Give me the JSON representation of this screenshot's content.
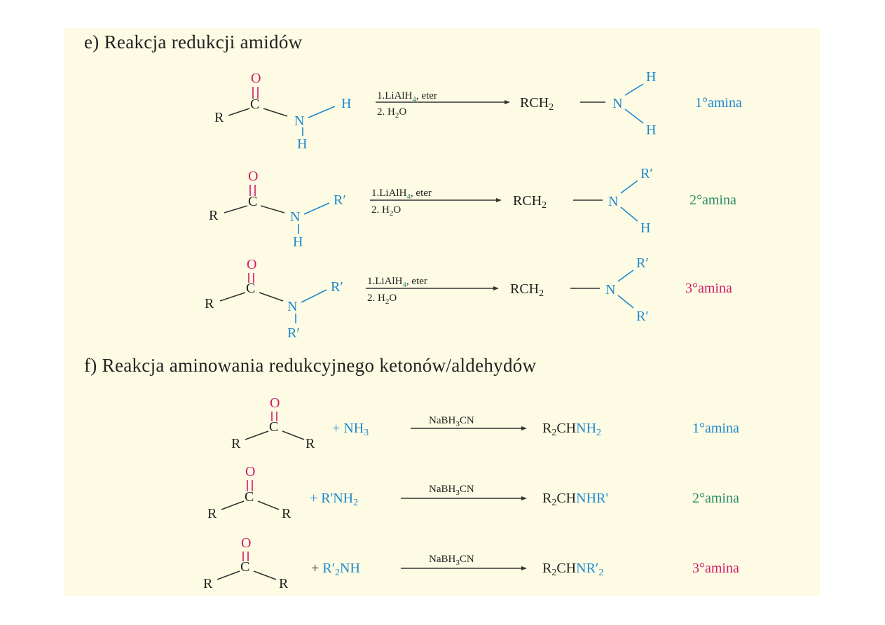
{
  "section_e": {
    "title": "e) Reakcja redukcji amidów",
    "reactions": [
      {
        "reagent1": "1.LiAlH",
        "reagent1_sub": "4",
        "reagent1_tail": ", eter",
        "reagent2": "2. H",
        "reagent2_sub": "2",
        "reagent2_tail": "O",
        "label": "1°amina"
      },
      {
        "reagent1": "1.LiAlH",
        "reagent1_sub": "4",
        "reagent1_tail": ", eter",
        "reagent2": "2. H",
        "reagent2_sub": "2",
        "reagent2_tail": "O",
        "label": "2°amina"
      },
      {
        "reagent1": "1.LiAlH",
        "reagent1_sub": "4",
        "reagent1_tail": ", eter",
        "reagent2": "2. H",
        "reagent2_sub": "2",
        "reagent2_tail": "O",
        "label": "3°amina"
      }
    ]
  },
  "section_f": {
    "title": "f) Reakcja aminowania redukcyjnego ketonów/aldehydów",
    "reactions": [
      {
        "reactant": "+ NH",
        "reactant_sub": "3",
        "reagent": "NaBH",
        "reagent_sub": "3",
        "reagent_tail": "CN",
        "label": "1°amina"
      },
      {
        "reactant": "+ R'NH",
        "reactant_sub": "2",
        "reagent": "NaBH",
        "reagent_sub": "3",
        "reagent_tail": "CN",
        "label": "2°amina"
      },
      {
        "reactant": "+ R'",
        "reactant_sub": "2",
        "reactant_tail": "NH",
        "reagent": "NaBH",
        "reagent_sub": "3",
        "reagent_tail": "CN",
        "label": "3°amina"
      }
    ]
  },
  "atoms": {
    "O": "O",
    "C": "C",
    "R": "R",
    "N": "N",
    "H": "H",
    "Rp": "R′",
    "RCH": "RCH",
    "two": "2",
    "R2CH": "R",
    "CH": "CH",
    "NH2": "NH",
    "NHR": "NHR'",
    "NR": "NR′",
    "sub2": "2"
  },
  "colors": {
    "slide_bg": "#fdfbe3",
    "blue": "#1e88d0",
    "green": "#2a8a6a",
    "magenta": "#d01a6a",
    "text": "#222222"
  }
}
